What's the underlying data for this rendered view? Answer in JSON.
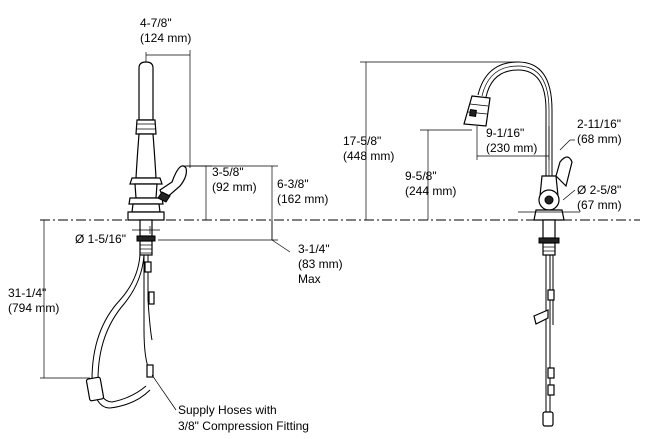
{
  "dimensions": {
    "spout_offset": {
      "frac": "4-7/8\"",
      "mm": "(124 mm)"
    },
    "handle_height": {
      "frac": "3-5/8\"",
      "mm": "(92 mm)"
    },
    "body_height": {
      "frac": "6-3/8\"",
      "mm": "(162 mm)"
    },
    "base_diameter_left": {
      "frac": "Ø 1-5/16\""
    },
    "max_deck": {
      "frac": "3-1/4\"",
      "mm": "(83 mm)",
      "note": "Max"
    },
    "hose_length": {
      "frac": "31-1/4\"",
      "mm": "(794 mm)"
    },
    "supply_note": {
      "line1": "Supply Hoses with",
      "line2": "3/8\" Compression Fitting"
    },
    "overall_height": {
      "frac": "17-5/8\"",
      "mm": "(448 mm)"
    },
    "spout_reach": {
      "frac": "9-1/16\"",
      "mm": "(230 mm)"
    },
    "spout_clearance": {
      "frac": "9-5/8\"",
      "mm": "(244 mm)"
    },
    "base_depth": {
      "frac": "2-11/16\"",
      "mm": "(68 mm)"
    },
    "base_diameter_right": {
      "frac": "Ø 2-5/8\"",
      "mm": "(67 mm)"
    }
  }
}
